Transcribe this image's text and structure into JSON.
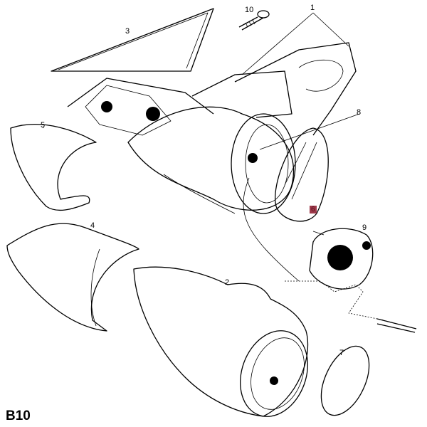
{
  "diagram": {
    "code": "B10",
    "part_labels": [
      "1",
      "2",
      "3",
      "4",
      "5",
      "6",
      "7",
      "8",
      "9",
      "10"
    ],
    "highlighted_label": "6",
    "highlight_color": "#9e3a4a"
  }
}
